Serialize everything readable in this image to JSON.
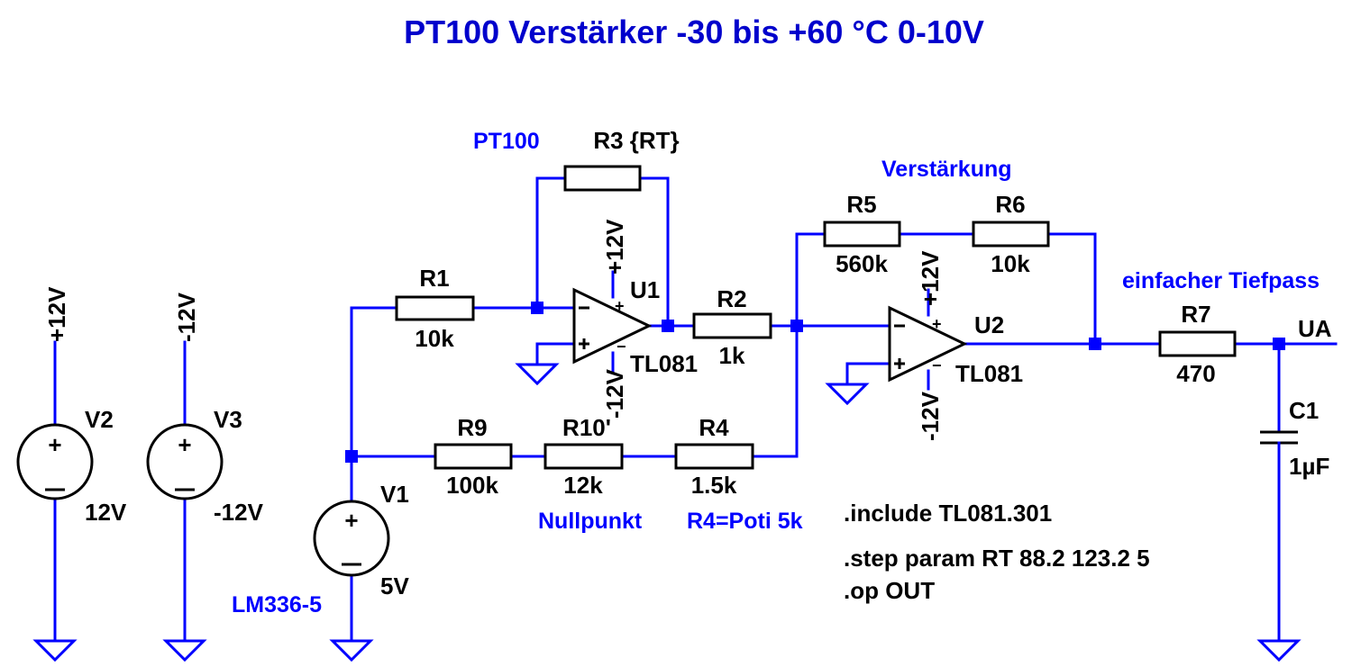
{
  "title": "PT100 Verstärker   -30 bis +60 °C   0-10V",
  "comments": {
    "pt100": "PT100",
    "verstaerkung": "Verstärkung",
    "tiefpass": "einfacher Tiefpass",
    "nullpunkt": "Nullpunkt",
    "poti": "R4=Poti 5k",
    "lm336": "LM336-5"
  },
  "directives": {
    "include": ".include TL081.301",
    "step": ".step param RT 88.2 123.2 5",
    "op": ".op OUT"
  },
  "resistors": {
    "R1": {
      "name": "R1",
      "value": "10k"
    },
    "R2": {
      "name": "R2",
      "value": "1k"
    },
    "R3": {
      "name": "R3 {RT}",
      "value": ""
    },
    "R4": {
      "name": "R4",
      "value": "1.5k"
    },
    "R5": {
      "name": "R5",
      "value": "560k"
    },
    "R6": {
      "name": "R6",
      "value": "10k"
    },
    "R7": {
      "name": "R7",
      "value": "470"
    },
    "R9": {
      "name": "R9",
      "value": "100k"
    },
    "R10": {
      "name": "R10'",
      "value": "12k"
    }
  },
  "capacitors": {
    "C1": {
      "name": "C1",
      "value": "1µF"
    }
  },
  "sources": {
    "V1": {
      "name": "V1",
      "value": "5V"
    },
    "V2": {
      "name": "V2",
      "value": "12V"
    },
    "V3": {
      "name": "V3",
      "value": "-12V"
    }
  },
  "opamps": {
    "U1": {
      "name": "U1",
      "model": "TL081"
    },
    "U2": {
      "name": "U2",
      "model": "TL081"
    }
  },
  "nets": {
    "pos12": "+12V",
    "neg12": "-12V",
    "ua": "UA"
  },
  "pins": {
    "plus": "+",
    "minus": "−"
  }
}
